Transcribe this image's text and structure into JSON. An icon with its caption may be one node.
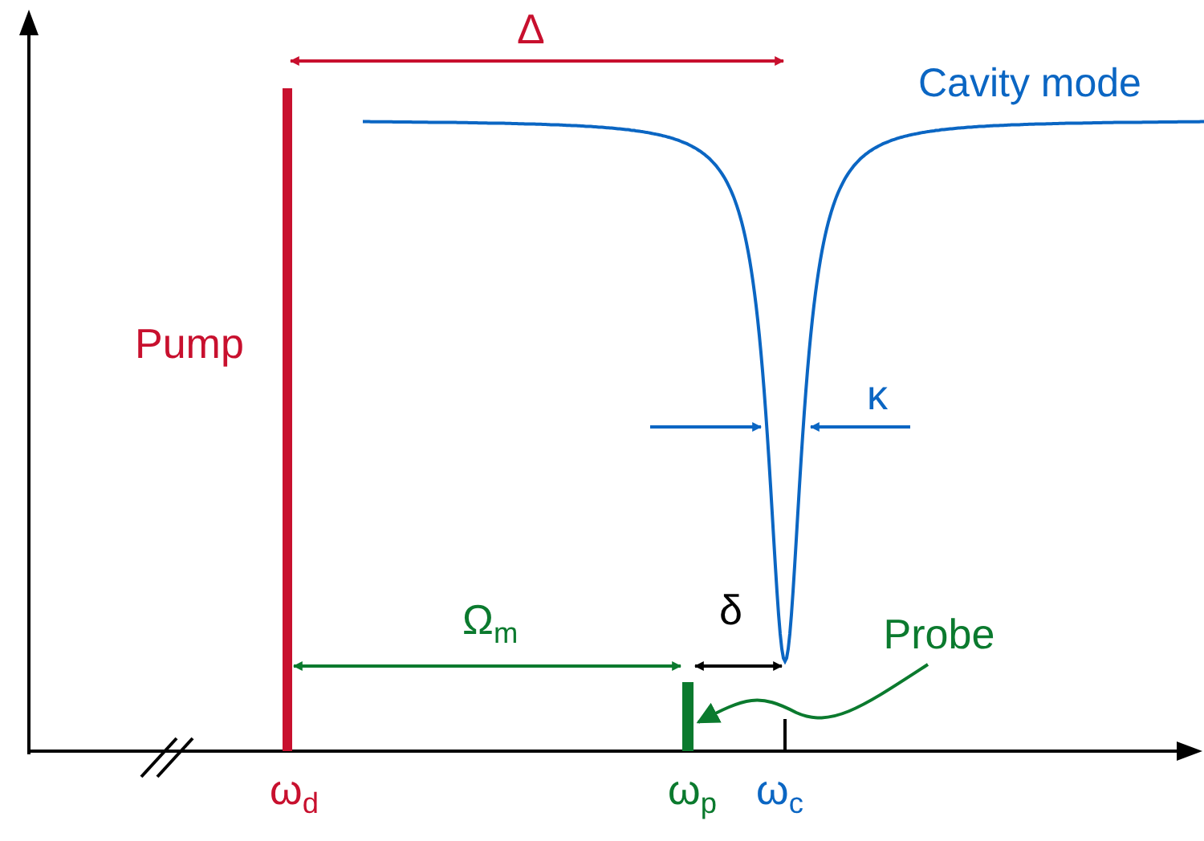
{
  "diagram": {
    "nodes": [
      {
        "text": [],
        "shape": "bar",
        "beside": [
          "Pump",
          "ω$_{d}$"
        ]
      },
      {
        "text": [
          "Probe"
        ]
      },
      {
        "text": [],
        "shape": "bar",
        "beside": [
          "ω$_{p}$"
        ]
      }
    ],
    "edges": [
      {
        "from": 1,
        "to": 2,
        "arrow": "to"
      },
      {
        "from": 0,
        "to": 2,
        "arrow": "both",
        "label": "Ω$_{m}$"
      }
    ],
    "labels": [
      "Δ",
      "Cavity mode",
      "κ",
      "δ",
      "ω$_{c}$"
    ]
  }
}
